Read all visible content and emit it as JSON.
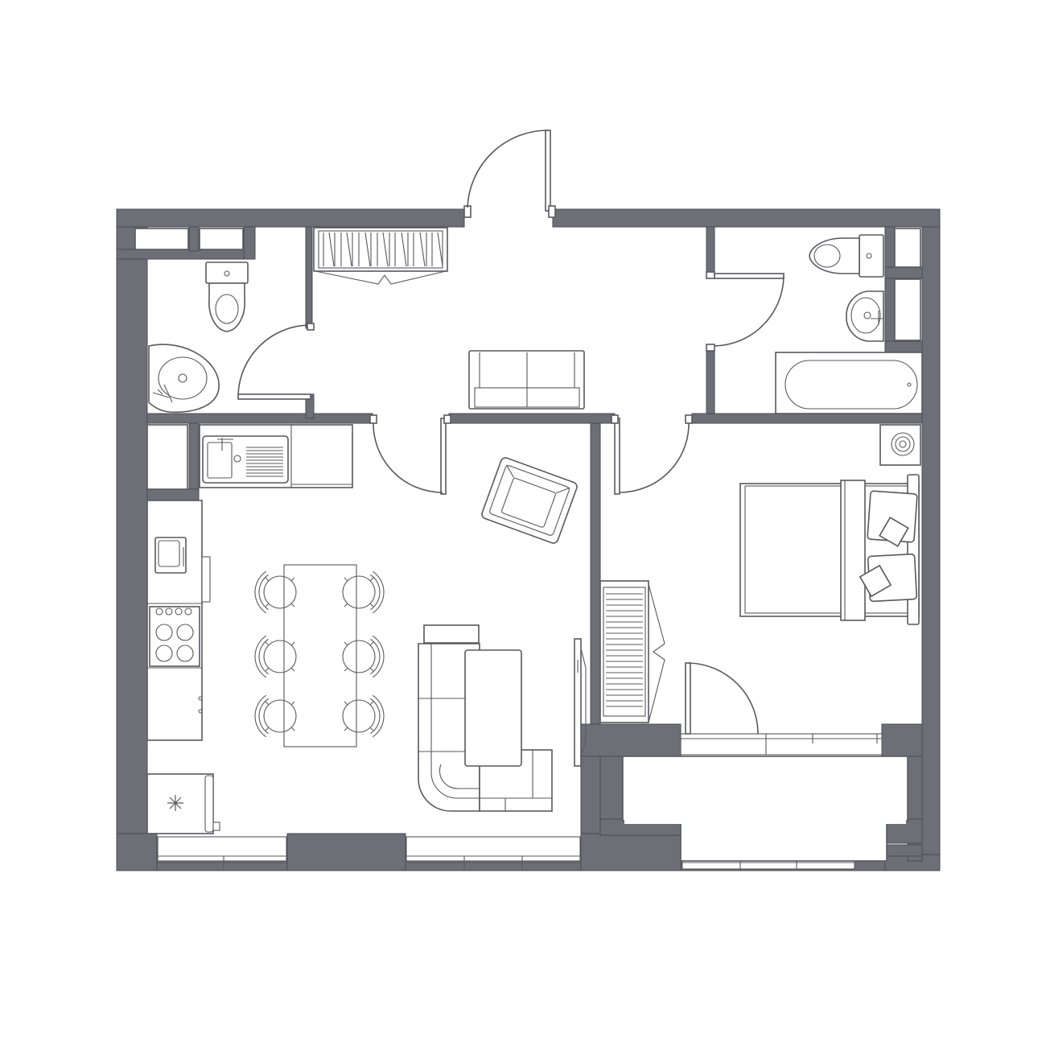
{
  "colors": {
    "wall": "#6e6e76",
    "line": "#58585f",
    "background": "#ffffff"
  },
  "rooms": [
    "toilet-left",
    "hallway",
    "bathroom-right",
    "kitchen-dining-living",
    "bedroom",
    "balcony"
  ],
  "icons": {
    "freezer_symbol": "snowflake-icon"
  }
}
